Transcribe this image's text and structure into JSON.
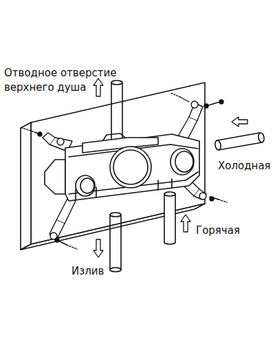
{
  "diagram": {
    "labels": [
      "Отводное отверстие верхнего душа",
      "Холодная",
      "Горячая",
      "Излив"
    ]
  }
}
